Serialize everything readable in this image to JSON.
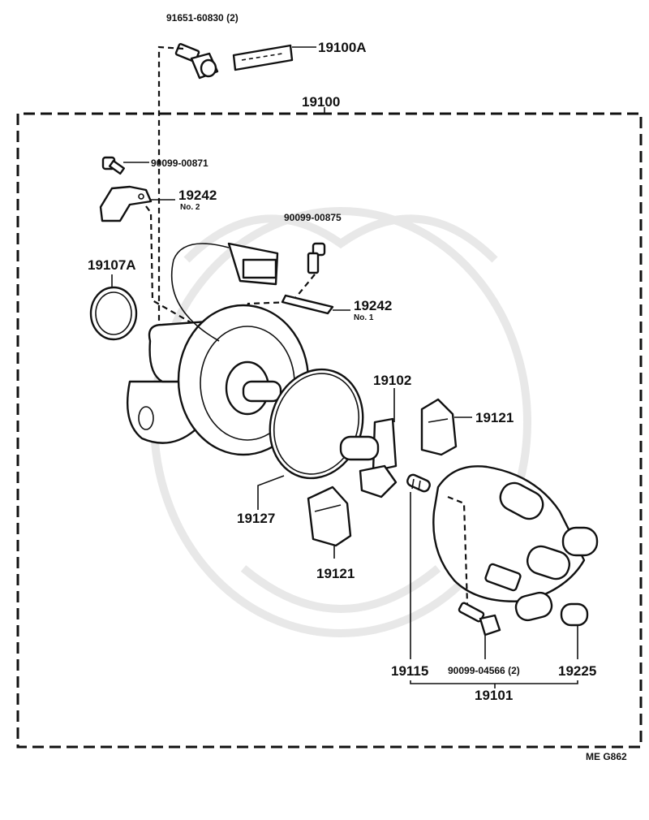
{
  "labels": {
    "bolt_top": "91651-60830 (2)",
    "label_plate": "19100A",
    "assembly": "19100",
    "screw_small": "90099-00871",
    "clamp_no2": "19242",
    "clamp_no2_sub": "No. 2",
    "screw_clamp": "90099-00875",
    "clamp_no1": "19242",
    "clamp_no1_sub": "No. 1",
    "o_ring": "19107A",
    "rotor": "19102",
    "cover_right": "19121",
    "gasket": "19127",
    "cover_bottom": "19121",
    "spring": "19115",
    "cap_screw": "90099-04566 (2)",
    "boot": "19225",
    "cap_assembly": "19101",
    "figure_code": "ME  G862"
  }
}
